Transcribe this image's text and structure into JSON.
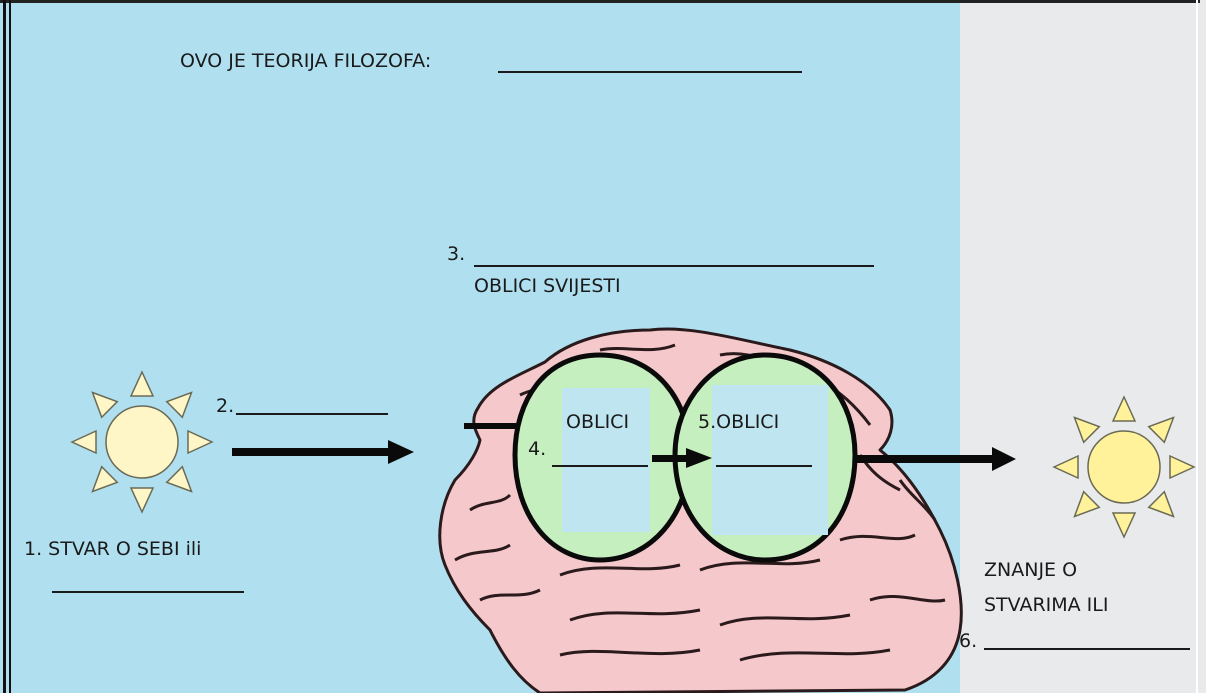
{
  "colors": {
    "main_background": "#b0e0f0",
    "side_background": "#e8eaec",
    "brain_fill": "#f5c8cc",
    "brain_stroke": "#2a1a1c",
    "form_circle_fill": "#c6efc0",
    "form_inner_fill": "#bfe6f0",
    "sun_fill": "#fff6c8",
    "sun_fill_right": "#fff29a",
    "arrow": "#0a0a0a"
  },
  "title": {
    "text": "OVO JE TEORIJA FILOZOFA:"
  },
  "labels": {
    "item3_number": "3.",
    "item3_caption": "OBLICI SVIJESTI",
    "item2_number": "2.",
    "item1_text": "1. STVAR O SEBI ili",
    "left_circle_title": "OBLICI",
    "item4_number": "4.",
    "right_circle_title": "5.OBLICI",
    "knowledge_line1": "ZNANJE O",
    "knowledge_line2": "STVARIMA ILI",
    "item6_number": "6."
  },
  "icons": {
    "left_sun": "sun-icon",
    "right_sun": "sun-icon",
    "brain": "brain-icon",
    "arrows": "arrow-right-icon"
  }
}
